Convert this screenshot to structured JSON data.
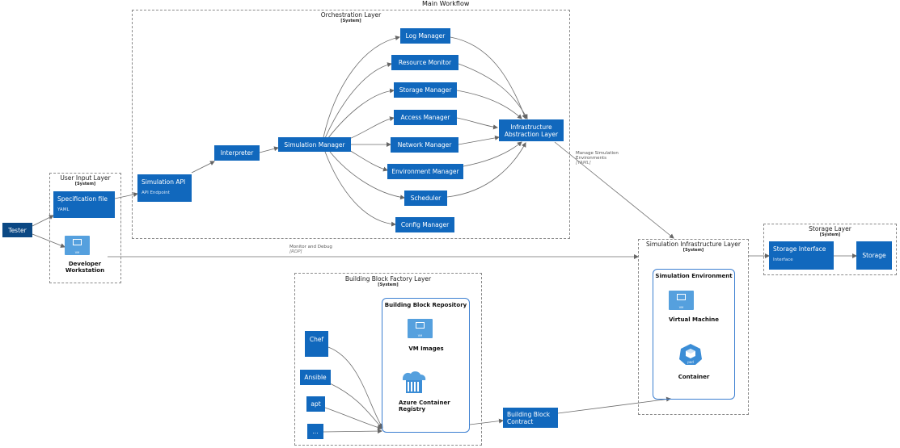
{
  "title": "Main Workflow",
  "boundaries": {
    "orchestration": {
      "title": "Orchestration Layer",
      "stereotype": "[System]"
    },
    "user_input": {
      "title": "User Input Layer",
      "stereotype": "[System]"
    },
    "building_block_factory": {
      "title": "Building Block Factory Layer",
      "stereotype": "[System]"
    },
    "sim_infra": {
      "title": "Simulation Infrastructure Layer",
      "stereotype": "[System]"
    },
    "storage": {
      "title": "Storage Layer",
      "stereotype": "[System]"
    }
  },
  "nodes": {
    "log_manager": "Log Manager",
    "resource_monitor": "Resource Monitor",
    "storage_manager": "Storage Manager",
    "access_manager": "Access Manager",
    "network_manager": "Network Manager",
    "environment_manager": "Environment Manager",
    "scheduler": "Scheduler",
    "config_manager": "Config Manager",
    "simulation_manager": "Simulation Manager",
    "interpreter": "Interpreter",
    "simulation_api": {
      "label": "Simulation API",
      "tech": "API Endpoint"
    },
    "infra_abstraction": {
      "line1": "Infrastructure",
      "line2": "Abstraction Layer"
    },
    "spec_file": {
      "label": "Specification file",
      "tech": "YAML"
    },
    "tester": "Tester",
    "dev_workstation": {
      "line1": "Developer",
      "line2": "Workstation"
    },
    "chef": "Chef",
    "ansible": "Ansible",
    "apt": "apt",
    "more": "...",
    "building_block_repository": "Building Block Repository",
    "vm_images": "VM Images",
    "azure_registry": {
      "line1": "Azure Container",
      "line2": "Registry"
    },
    "building_block_contract": {
      "line1": "Building Block",
      "line2": "Contract"
    },
    "simulation_environment": "Simulation Environment",
    "virtual_machine": "Virtual Machine",
    "container": "Container",
    "storage_interface": {
      "label": "Storage Interface",
      "tech": "Interface"
    },
    "storage": "Storage"
  },
  "icons": {
    "vm_badge": "VM",
    "pod_badge": "pod"
  },
  "edge_labels": {
    "manage": {
      "line1": "Manage Simulation",
      "line2": "Environments",
      "tech": "[YAML]"
    },
    "monitor": {
      "line1": "Monitor and Debug",
      "tech": "[RDP]"
    }
  },
  "colors": {
    "container": "#1168bd",
    "person": "#0b4884",
    "icon": "#55a0de",
    "group_border": "#3c7fd1",
    "boundary": "#8a8a8a"
  }
}
